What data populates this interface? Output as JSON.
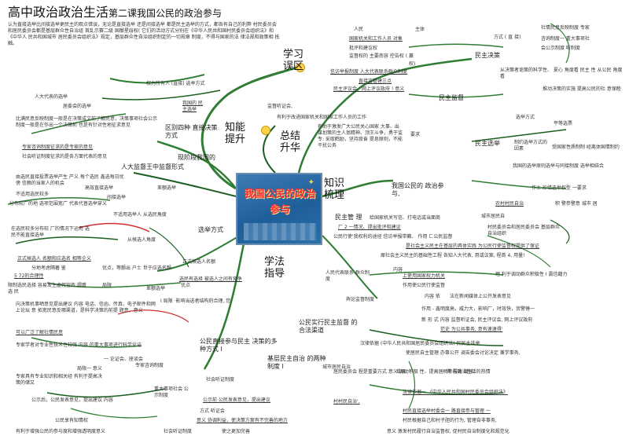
{
  "title": {
    "main": "高中政治政治生活",
    "sub": "第二课我国公民的政治参与"
  },
  "center": {
    "label": "我国公民的政治参与"
  },
  "sections": {
    "review": "学习误区",
    "skills": "知能提升",
    "summary": "总结升华",
    "knowledge": "知识梳理",
    "method": "学法指导"
  },
  "review": {
    "para": "认为直接选举比间接选举更民主的观点错误，无论是直接选举 还是间接选举 都是民主选举的方式，都各有自己的利弊 村民委员会和居民委员会都是基层群众性自治组 首乱示赛二级 国徽星歧权( 它们的活动方式分别在《中华人民共和国村民委员会组织法》和《中华人 民共和国城市 居民委员会组织法》规定，基层群众性自治组织制定的一切规章 制度，不得与国家的法 律法规和政策相 抵触。",
    "line2": "权力所有人 (直接) 选举方式",
    "line3": "我国的 民主选举",
    "line4": "人大代表的选举",
    "line5": "居委会的选举",
    "line6": "比满民意反映制度一般是在决策成文前了解民意，决策事项社会公示制度一般是在作出一个决策前 也是有针对性地征求意见",
    "line7": "专家咨询制度征求的是专家的意见",
    "line8": "社会听证制度征求的是各方面代表的意见",
    "line9": "区别四种 直接决策方式",
    "line10": "现阶段我国的",
    "line11": "人大监督王中监督形式"
  },
  "summary": {
    "intro": "监督听证会,",
    "sub": "有利于改进国家机关和国家工作人员的工作",
    "para": "有助于激发广大公民关心国家 大事、出谋划策的主人翁精神、顶王斗争，勇于监专: 采取鹤励，坚持痰奋 提息原则，不能干扰公务",
    "req": "要求"
  },
  "top_right": {
    "people": "人民",
    "subject": "主体",
    "state_workers": "国家机关和工作人员 对象",
    "criticize": "批评和建议权",
    "tell": "监督权的 主要南容 控告权 ( 赢",
    "right": "权)",
    "letters": "信访举报制度 人大代表联系群众制度",
    "direct": "直接监管建三点",
    "comment": "民主评议会，网上评议政府 ! 意义",
    "democratic_decision": "民主决策",
    "democratic_supervision": "民主监督",
    "mode": "方式 ( 直 接)",
    "rep1": "社情民意反映制度 专家",
    "rep2": "咨询制度一 重大事项社",
    "rep3": "会公示制度 听制度",
    "from": "从决策者诡策的科学性、 夏心 角度看 民主 性 从公民 角度看",
    "mature": "推动决策的实施 提高公民的社 意保睦",
    "election_method": "选举方式",
    "equal_vote": "平等选票",
    "elect_system": "制约选举方式的因素",
    "people_role": "受国家性质制制 经离体国情制约",
    "dem_election": "民主选举",
    "election_law": "我国的选举原则选举与同接制度 选举相结合"
  },
  "middle_right": {
    "head": "我国公民的 政治参与,",
    "system": "作土 珍惜选举权型 一要求",
    "rural": "农村村民自治",
    "dem_mgmt": "民主管 理",
    "urban": "城市居民自",
    "items": "给国家机关写信、打电话或当面商",
    "inquire": "厂 2 一情况、提出批评和建议",
    "petition": "公民行使'我权利的途径 信访举报带籁、 作用 匚公民监督",
    "grassroots": "村民委员会和居民委员会 基层群众自治组织",
    "core": "是社会主义民主在基层的具体实践 为公民行使监督权提供了保证",
    "develop": "犀社会主义民主的基础性工程 各知人大代表, 用或议案, 程首 4, 用量!",
    "consent": "积 警参警意 城市 居"
  },
  "left_mid": {
    "select1": "由选民直接投票选举产生 产义 每个选民 鑫选每日优傍 信赖的当家人的机会 ",
    "select2": "不适用选民较多",
    "select3": "分布较广的地 选项范围宽广 代表代普选举穿义",
    "elect_ratio": "高效直接选举",
    "indirect": "间接选举",
    "diff": "差额选举",
    "lt": "不适用选举人 从选民角度",
    "scale": "在选民较多分布较 厂的情况下运用 选民不能直接选举",
    "view": "从候选人角度",
    "method": "选举方式",
    "equal": "正式候选人 名额和应选名 相等企义",
    "brief": "分地考虑隔著 鉴",
    "short": "5 72的合理性",
    "reduce": "限制选民选择 容易发生虚假宣传 竭蹙选 民",
    "equal2": "正式候选人名额",
    "benefit": "优点，等颤出 户士 世于应选名颤",
    "bad": "选民有选择 被选人之间有竞争",
    "diff2": "差额选举",
    "adv": "优点",
    "bad2": "局限",
    "cons": "I 局限 ·影响当选者结构的合理, 您",
    "news": "向决策机事晒意见提出建议 内容 电话、信函、传真、电子邮件和网上论坛 意 拓宽民意反哪渠道，是科学决策的前提 题意，意义",
    "know": "可以广泛了解社情民意",
    "opinion": "专家学者对专业性技术性较强 内容 的重大事项进行科学论证",
    "sign": "一 论证会、座谈会",
    "local": "局限一 意义",
    "expert": "专家具有专业知识和相关经 有利于提高决策的储又",
    "expert_system": "专家咨询制度",
    "pub_system": "公民直接参与民主 决策的多种方式 I",
    "social": "社会听证制度",
    "major": "重大事项社会 公示制度",
    "public1": "公示后，公民发表意见，提出建议 内容",
    "public2": "公示前 公民发表意见，提出建议",
    "public3": "方式 听证会",
    "public4": "意义 协调利益，使决策方案有不完善的地方",
    "public5": "社会听证制度",
    "public6": "使之更加完善",
    "public7": "公民享有知情权",
    "public8": "有利于增强公民的参与度和增强透明度意义"
  },
  "bottom_right": {
    "people_rep": "人民代表联系 群众制度",
    "content": "内容",
    "supervise": "上使用国家权力机关",
    "effect": "作用使公民行使监督",
    "role": "理 利于调动群众积极性 I 震信藉力",
    "opinion": "舆论监督制度",
    "carry": "内容 依",
    "press": "法在新闻媒体上公开发表意见",
    "fast": "作用 - 鑫明度高，威力大，影响厂，时效快，贸警锤一",
    "new": "新 形 式 内容 监督听证会, 民主评议会, 网上评议政府",
    "mode": "范史 为公共事务, 意有速速得'",
    "legal": "公民实行民主监督 的合法渠道",
    "grassroots": "基层民主自治 的两种制度 I",
    "city": "城市居民自治",
    "basis": "汉律依据 (中华人民共和国居民委员会组织法) 民民主选举",
    "public": "使居民自主管理 办事公开 调苦委会讨论决定 兼学事务,",
    "good": "一 舆 服务 增强、",
    "meaning": "增强",
    "village": "居民委员会 程是重要方式 意义 调动积极 性、提高居民参与政治生活的热情 ",
    "law": "法律依据一 《中华人民共和国村民委员会组织法》",
    "village_self": "村村民自治',",
    "v1": "村民直接选举村委会一 路直接参与管理 一",
    "v2": "村民根据自己和村子胆的行为, 管理自非事务,",
    "v3": "意义 激发村民履行自治监督权, 促村民自治制度化和规范化"
  },
  "colors": {
    "branch_green": "#2e7d32",
    "branch_dark": "#1b5e20",
    "accent_red": "#d32f2f",
    "center_blue": "#2a6fa8",
    "title_text": "#111111"
  },
  "icons": [
    "lightbulb-icon",
    "branch-icon",
    "star-icon"
  ]
}
